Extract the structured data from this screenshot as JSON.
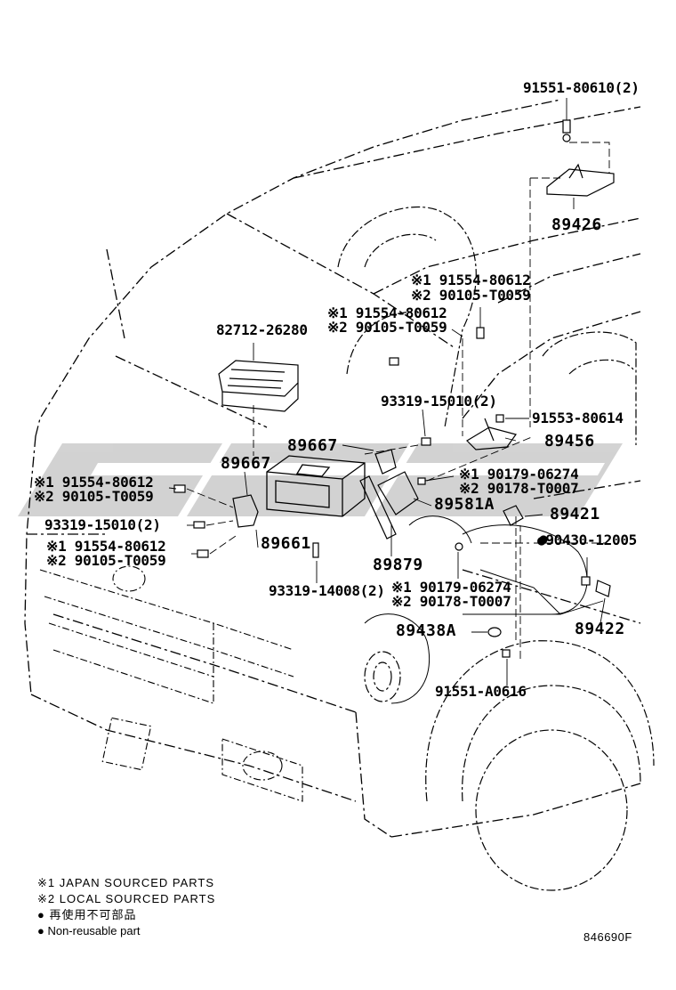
{
  "labels": {
    "p91551_80610": "91551-80610(2)",
    "p89426": "89426",
    "n1_91554_80612_a": "※1 91554-80612",
    "n2_90105_T0059_a": "※2 90105-T0059",
    "n1_91554_80612_b": "※1 91554-80612",
    "n2_90105_T0059_b": "※2 90105-T0059",
    "p82712_26280": "82712-26280",
    "p93319_15010_a": "93319-15010(2)",
    "p91553_80614": "91553-80614",
    "p89667_a": "89667",
    "p89456": "89456",
    "p89667_b": "89667",
    "n1_90179_06274_a": "※1 90179-06274",
    "n2_90178_T0007_a": "※2 90178-T0007",
    "n1_91554_80612_c": "※1 91554-80612",
    "n2_90105_T0059_c": "※2 90105-T0059",
    "p89581A": "89581A",
    "p93319_15010_b": "93319-15010(2)",
    "p89421": "89421",
    "n1_91554_80612_d": "※1 91554-80612",
    "n2_90105_T0059_d": "※2 90105-T0059",
    "p90430_12005": "●90430-12005",
    "p89661": "89661",
    "p89879": "89879",
    "p93319_14008": "93319-14008(2)",
    "n1_90179_06274_b": "※1 90179-06274",
    "n2_90178_T0007_b": "※2 90178-T0007",
    "p89422": "89422",
    "p89438A": "89438A",
    "p91551_A0616": "91551-A0616"
  },
  "legend": {
    "line1": "※1 JAPAN SOURCED PARTS",
    "line2": "※2 LOCAL SOURCED PARTS",
    "line3": "● 再使用不可部品",
    "line4": "● Non-reusable part"
  },
  "diagram_code": "846690F",
  "colors": {
    "line": "#000000",
    "watermark": "#c8c8c8"
  }
}
